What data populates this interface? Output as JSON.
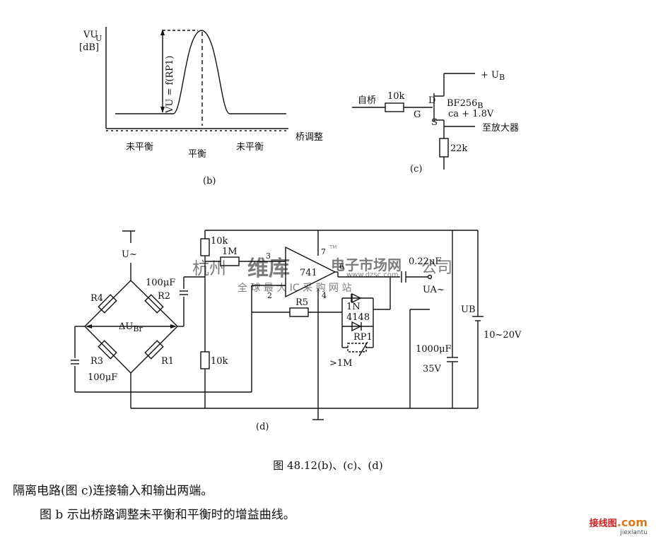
{
  "figure_b": {
    "y_axis_label": "VU",
    "y_axis_sub": "U",
    "y_axis_unit": "[dB]",
    "curve_label": "VU = f(RP1)",
    "x_axis_label": "桥调整",
    "region_left": "未平衡",
    "region_center": "平衡",
    "region_right": "未平衡",
    "tag": "(b)"
  },
  "figure_c": {
    "input_label": "自桥",
    "gate_resistor": "10k",
    "transistor": "BF256",
    "transistor_sub": "B",
    "drain": "D",
    "gate": "G",
    "source": "S",
    "source_voltage": "ca + 1.8V",
    "supply": "+ U",
    "supply_sub": "B",
    "output_label": "至放大器",
    "source_resistor": "22k",
    "tag": "(c)"
  },
  "figure_d": {
    "ac_input": "U~",
    "r4": "R4",
    "r2": "R2",
    "r1": "R1",
    "r3": "R3",
    "delta": "ΔU",
    "delta_sub": "Br",
    "cap_top": "100μF",
    "cap_bottom": "100μF",
    "r_top": "10k",
    "r_bottom": "10k",
    "r_input": "1M",
    "r5": "R5",
    "opamp": "741",
    "pins": [
      "7",
      "3",
      "6",
      "2",
      "4"
    ],
    "diode": "1N",
    "diode_part": "4148",
    "rp1": "RP1",
    "rp1_note": ">1M",
    "out_cap": "0.22μF",
    "output": "UA~",
    "supply": "UB",
    "supply_range": "10~20V",
    "big_cap": "1000μF",
    "big_cap_v": "35V",
    "tag": "(d)"
  },
  "caption": "图 48.12(b)、(c)、(d)",
  "paragraphs": [
    "隔离电路(图 c)连接输入和输出两端。",
    "图 b 示出桥路调整未平衡和平衡时的增益曲线。"
  ],
  "watermark": {
    "left_text": "杭州",
    "brand": "维库",
    "market": "电子市场网",
    "suffix": "公司",
    "slogan": "全 球 最 大 IC 采 购 网 站",
    "url": "www.dzsc.com",
    "tm": "TM"
  },
  "site_logo": {
    "name": "接线图",
    "domain": ".com",
    "sub": "jiexiantu"
  }
}
